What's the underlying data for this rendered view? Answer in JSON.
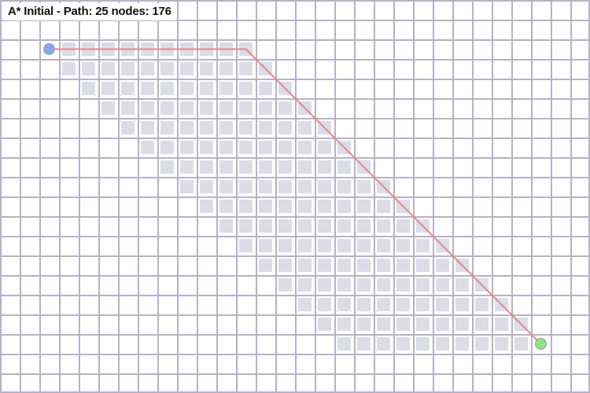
{
  "title": "A* Initial - Path: 25 nodes: 176",
  "grid": {
    "cols": 30,
    "rows": 20,
    "line_color": "#b7b1c7",
    "background": "#ffffff"
  },
  "explored": {
    "color": "#dcdce8",
    "rows": [
      {
        "row": 2,
        "from": 3,
        "to": 12
      },
      {
        "row": 3,
        "from": 3,
        "to": 13
      },
      {
        "row": 4,
        "from": 4,
        "to": 14
      },
      {
        "row": 5,
        "from": 5,
        "to": 15
      },
      {
        "row": 6,
        "from": 6,
        "to": 16
      },
      {
        "row": 7,
        "from": 7,
        "to": 17
      },
      {
        "row": 8,
        "from": 8,
        "to": 18
      },
      {
        "row": 9,
        "from": 9,
        "to": 19
      },
      {
        "row": 10,
        "from": 10,
        "to": 20
      },
      {
        "row": 11,
        "from": 11,
        "to": 21
      },
      {
        "row": 12,
        "from": 12,
        "to": 22
      },
      {
        "row": 13,
        "from": 13,
        "to": 23
      },
      {
        "row": 14,
        "from": 14,
        "to": 24
      },
      {
        "row": 15,
        "from": 15,
        "to": 25
      },
      {
        "row": 16,
        "from": 16,
        "to": 26
      },
      {
        "row": 17,
        "from": 17,
        "to": 26
      }
    ]
  },
  "path": {
    "color": "#e8868a",
    "waypoints": [
      {
        "col": 2,
        "row": 2
      },
      {
        "col": 12,
        "row": 2
      },
      {
        "col": 27,
        "row": 17
      }
    ]
  },
  "start": {
    "col": 2,
    "row": 2,
    "color": "#8aa5f5"
  },
  "goal": {
    "col": 27,
    "row": 17,
    "color": "#8fe08f"
  }
}
